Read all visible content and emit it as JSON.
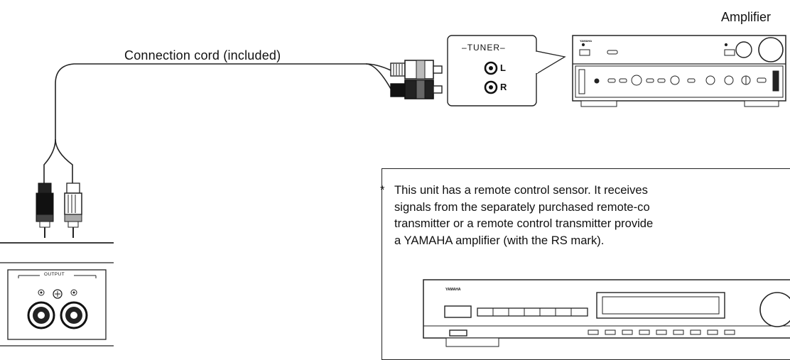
{
  "labels": {
    "amplifier": "Amplifier",
    "connection_cord": "Connection cord (included)",
    "tuner_panel_title": "TUNER",
    "jack_left": "L",
    "jack_right": "R",
    "output_panel_title": "OUTPUT"
  },
  "note": {
    "marker": "*",
    "lines": [
      "This unit has a remote control sensor. It receives",
      "signals from the separately purchased remote-co",
      "transmitter or a remote control transmitter provide",
      "a YAMAHA amplifier (with the RS mark)."
    ]
  },
  "brand": {
    "amplifier_logo": "YAMAHA",
    "tuner_logo": "YAMAHA"
  }
}
